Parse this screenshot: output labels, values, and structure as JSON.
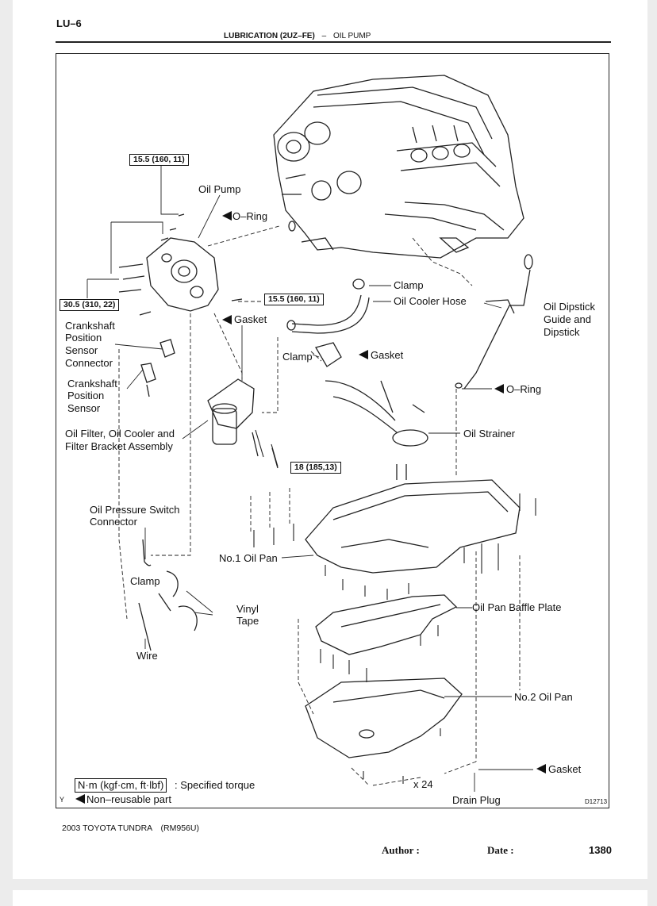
{
  "header": {
    "page_code": "LU–6",
    "section": "LUBRICATION (2UZ–FE)",
    "dash": "–",
    "topic": "OIL PUMP"
  },
  "diagram": {
    "labels": {
      "oil_pump": "Oil Pump",
      "o_ring_top": "O–Ring",
      "clamp_top": "Clamp",
      "oil_cooler_hose": "Oil Cooler Hose",
      "dipstick_line1": "Oil Dipstick",
      "dipstick_line2": "Guide and",
      "dipstick_line3": "Dipstick",
      "gasket_pump": "Gasket",
      "clamp_mid": "Clamp",
      "gasket_mid": "Gasket",
      "o_ring_dipstick": "O–Ring",
      "ckp_connector_1": "Crankshaft",
      "ckp_connector_2": "Position",
      "ckp_connector_3": "Sensor",
      "ckp_connector_4": "Connector",
      "ckp_sensor_1": "Crankshaft",
      "ckp_sensor_2": "Position",
      "ckp_sensor_3": "Sensor",
      "oil_filter_1": "Oil Filter, Oil Cooler and",
      "oil_filter_2": "Filter Bracket Assembly",
      "oil_strainer": "Oil Strainer",
      "ops_connector_1": "Oil Pressure Switch",
      "ops_connector_2": "Connector",
      "no1_oil_pan": "No.1 Oil Pan",
      "clamp_low": "Clamp",
      "vinyl_1": "Vinyl",
      "vinyl_2": "Tape",
      "wire": "Wire",
      "baffle_plate": "Oil Pan Baffle Plate",
      "no2_oil_pan": "No.2 Oil Pan",
      "gasket_drain": "Gasket",
      "x24": "x 24",
      "drain_plug": "Drain Plug",
      "code": "D12713"
    },
    "torques": {
      "t1": "15.5 (160, 11)",
      "t2": "30.5 (310, 22)",
      "t3": "15.5 (160, 11)",
      "t4": "18 (185,13)"
    },
    "legend": {
      "torque_box": "N·m (kgf·cm, ft·lbf)",
      "torque_text": ": Specified torque",
      "y_mark": "Y",
      "nonreusable_text": "Non–reusable part"
    }
  },
  "footer": {
    "model": "2003 TOYOTA TUNDRA",
    "rm": "(RM956U)",
    "author_label": "Author :",
    "date_label": "Date :",
    "page_number": "1380"
  }
}
